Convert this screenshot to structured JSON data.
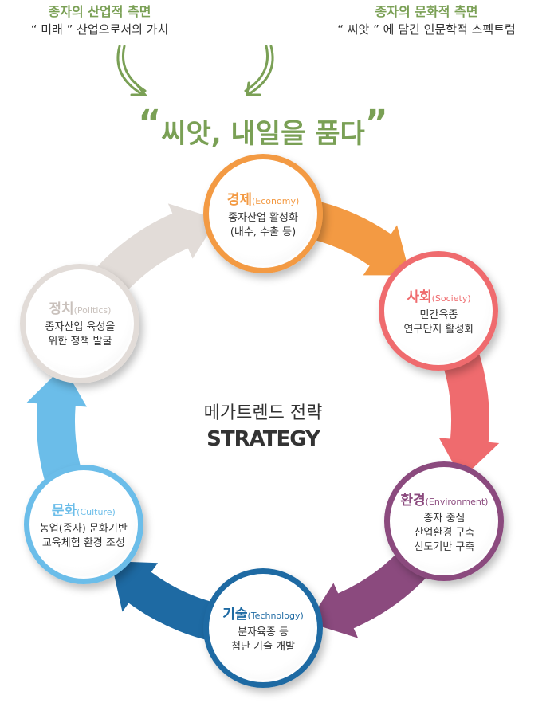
{
  "left_note": {
    "heading": "종자의 산업적 측면",
    "text": "“ 미래 ” 산업으로서의 가치"
  },
  "right_note": {
    "heading": "종자의 문화적 측면",
    "text": "“ 씨앗 ” 에 담긴 인문학적 스펙트럼"
  },
  "slogan": {
    "open": "“",
    "text": "씨앗, 내일을 품다",
    "close": "”"
  },
  "center": {
    "korean": "메가트렌드 전략",
    "english": "STRATEGY"
  },
  "nodes": [
    {
      "id": "economy",
      "title": "경제",
      "en": "(Economy)",
      "lines": [
        "종자산업 활성화",
        "(내수, 수출 등)"
      ],
      "color": "#f39a43",
      "angle": -90
    },
    {
      "id": "society",
      "title": "사회",
      "en": "(Society)",
      "lines": [
        "민간육종",
        "연구단지 활성화"
      ],
      "color": "#ef6b6e",
      "angle": -32
    },
    {
      "id": "environment",
      "title": "환경",
      "en": "(Environment)",
      "lines": [
        "종자 중심",
        "산업환경 구축",
        "선도기반 구축"
      ],
      "color": "#8b4a7e",
      "angle": 29
    },
    {
      "id": "technology",
      "title": "기술",
      "en": "(Technology)",
      "lines": [
        "분자육종 등",
        "첨단 기술 개발"
      ],
      "color": "#1e6aa3",
      "angle": 90
    },
    {
      "id": "culture",
      "title": "문화",
      "en": "(Culture)",
      "lines": [
        "농업(종자) 문화기반",
        "교육체험 환경 조성"
      ],
      "color": "#6bbde9",
      "angle": 150
    },
    {
      "id": "politics",
      "title": "정치",
      "en": "(Politics)",
      "lines": [
        "종자산업 육성을",
        "위한 정책 발굴"
      ],
      "color": "#e2dcd8",
      "title_color": "#c9c1bc",
      "angle": 208
    }
  ]
}
